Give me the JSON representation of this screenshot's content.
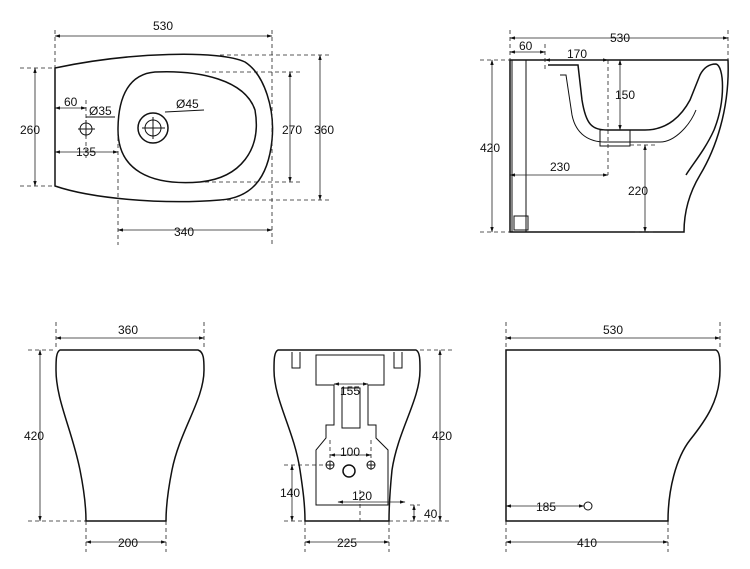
{
  "top_view": {
    "width": "530",
    "depth": "360",
    "bowl_depth": "270",
    "side_depth": "260",
    "bowl_width": "340",
    "tap_offset_x": "60",
    "tap_offset_y": "135",
    "tap_hole": "Ø35",
    "drain_hole": "Ø45"
  },
  "side_view": {
    "width": "530",
    "offset": "60",
    "inner": "170",
    "height": "420",
    "rim_depth": "150",
    "outlet_x": "230",
    "outlet_h": "220"
  },
  "front_view": {
    "width": "360",
    "height": "420",
    "base_width": "200"
  },
  "rear_view": {
    "height": "420",
    "bracket_span": "155",
    "hole_spacing": "100",
    "hole_height": "140",
    "outlet_w": "120",
    "floor_gap": "40",
    "base_width": "225"
  },
  "side_view2": {
    "width": "530",
    "outlet_x": "185",
    "base_depth": "410"
  }
}
